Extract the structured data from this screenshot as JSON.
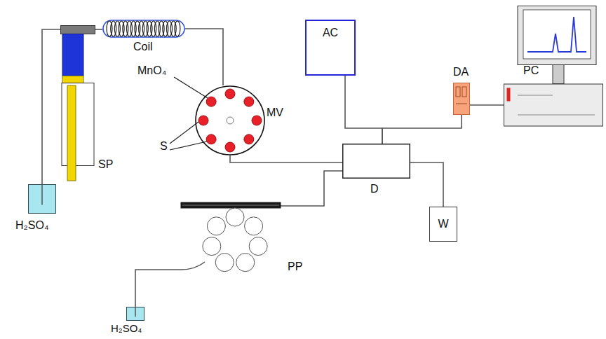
{
  "diagram": {
    "nodes": [
      {
        "text": [
          "SP"
        ]
      },
      {
        "text": [
          "Coil"
        ]
      },
      {
        "text": [
          "H₂SO₄"
        ]
      },
      {
        "text": [
          "MV"
        ]
      },
      {
        "text": [
          "AC"
        ]
      },
      {
        "text": [
          "DA"
        ]
      },
      {
        "text": [
          "PC"
        ]
      },
      {
        "text": [
          "D"
        ]
      },
      {
        "text": [
          "PP"
        ]
      },
      {
        "text": [
          "W"
        ]
      },
      {
        "text": [
          "H₂SO₄"
        ]
      }
    ],
    "edges": [
      {
        "from": 2,
        "to": 0,
        "arrow": "none"
      },
      {
        "from": 0,
        "to": 1,
        "arrow": "none"
      },
      {
        "from": 1,
        "to": 3,
        "arrow": "none"
      },
      {
        "from": 3,
        "to": 7,
        "arrow": "none"
      },
      {
        "from": 8,
        "to": 7,
        "arrow": "none"
      },
      {
        "from": 10,
        "to": 8,
        "arrow": "none"
      },
      {
        "from": 7,
        "to": 9,
        "arrow": "none"
      },
      {
        "from": 4,
        "to": 7,
        "arrow": "none"
      },
      {
        "from": 7,
        "to": 5,
        "arrow": "none"
      },
      {
        "from": 5,
        "to": 6,
        "arrow": "none"
      }
    ],
    "labels": [
      "MnO₄",
      "S"
    ]
  }
}
